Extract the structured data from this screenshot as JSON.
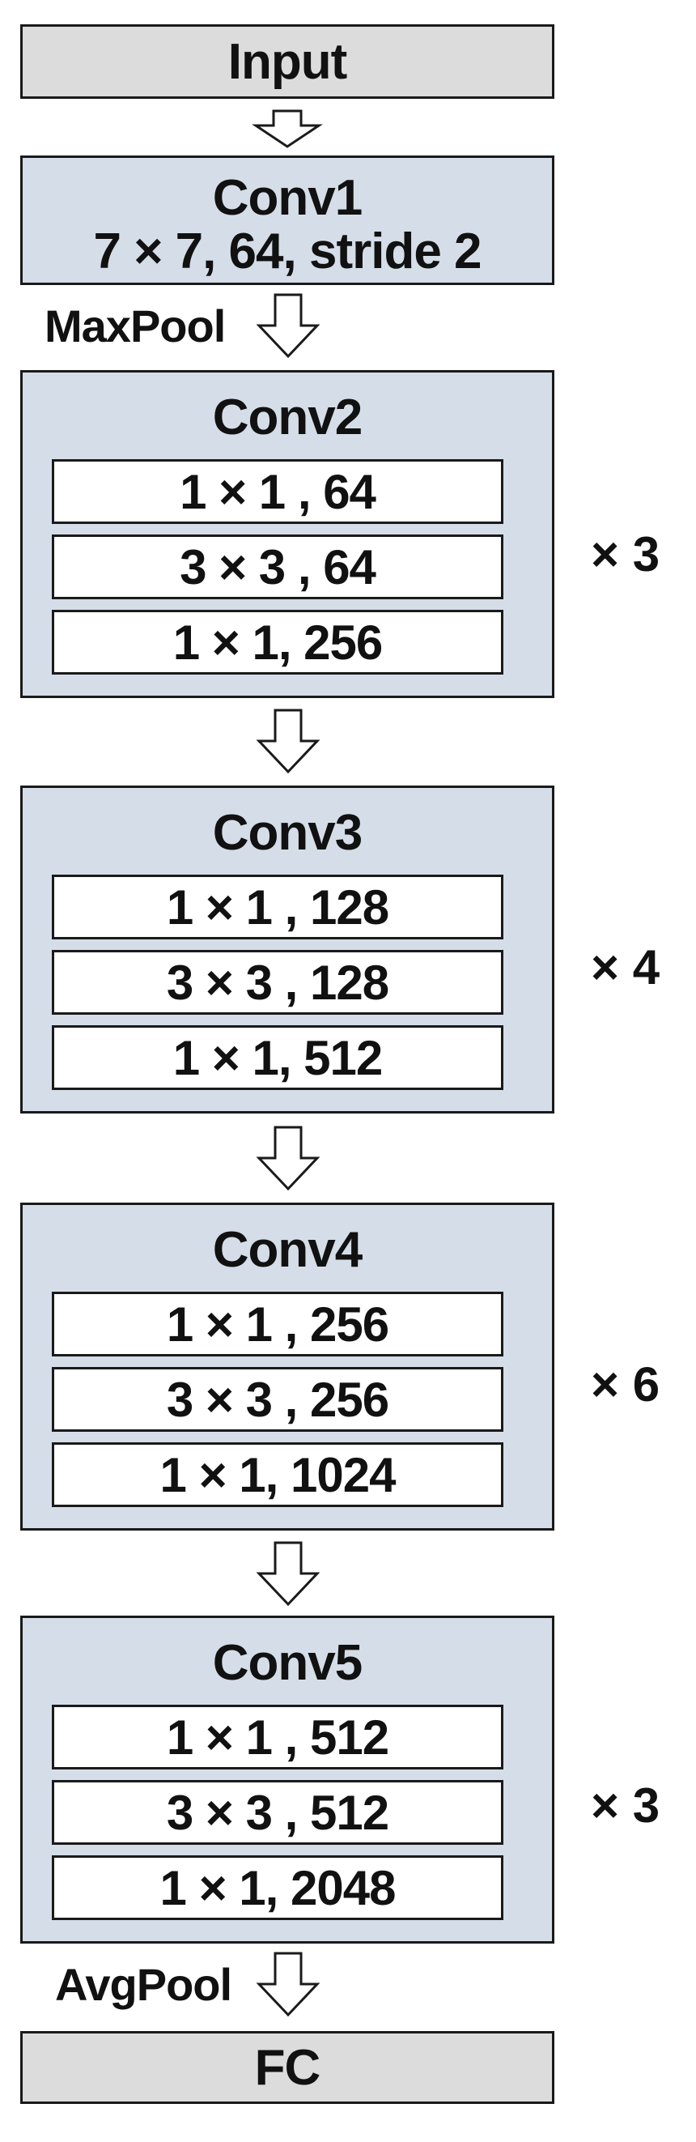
{
  "input_label": "Input",
  "conv1": {
    "title": "Conv1",
    "detail": "7 × 7, 64, stride 2"
  },
  "maxpool_label": "MaxPool",
  "stages": [
    {
      "title": "Conv2",
      "layers": [
        "1 × 1 , 64",
        "3 × 3 , 64",
        "1 × 1, 256"
      ],
      "repeat": "× 3"
    },
    {
      "title": "Conv3",
      "layers": [
        "1 × 1 , 128",
        "3 × 3 , 128",
        "1 × 1, 512"
      ],
      "repeat": "× 4"
    },
    {
      "title": "Conv4",
      "layers": [
        "1 × 1 , 256",
        "3 × 3 , 256",
        "1 × 1, 1024"
      ],
      "repeat": "× 6"
    },
    {
      "title": "Conv5",
      "layers": [
        "1 × 1 , 512",
        "3 × 3 , 512",
        "1 × 1, 2048"
      ],
      "repeat": "× 3"
    }
  ],
  "avgpool_label": "AvgPool",
  "fc_label": "FC",
  "colors": {
    "terminal_fill": "#dcdcdc",
    "stage_fill": "#d5dee8",
    "layer_fill": "#ffffff",
    "stroke": "#1a1a1a"
  }
}
